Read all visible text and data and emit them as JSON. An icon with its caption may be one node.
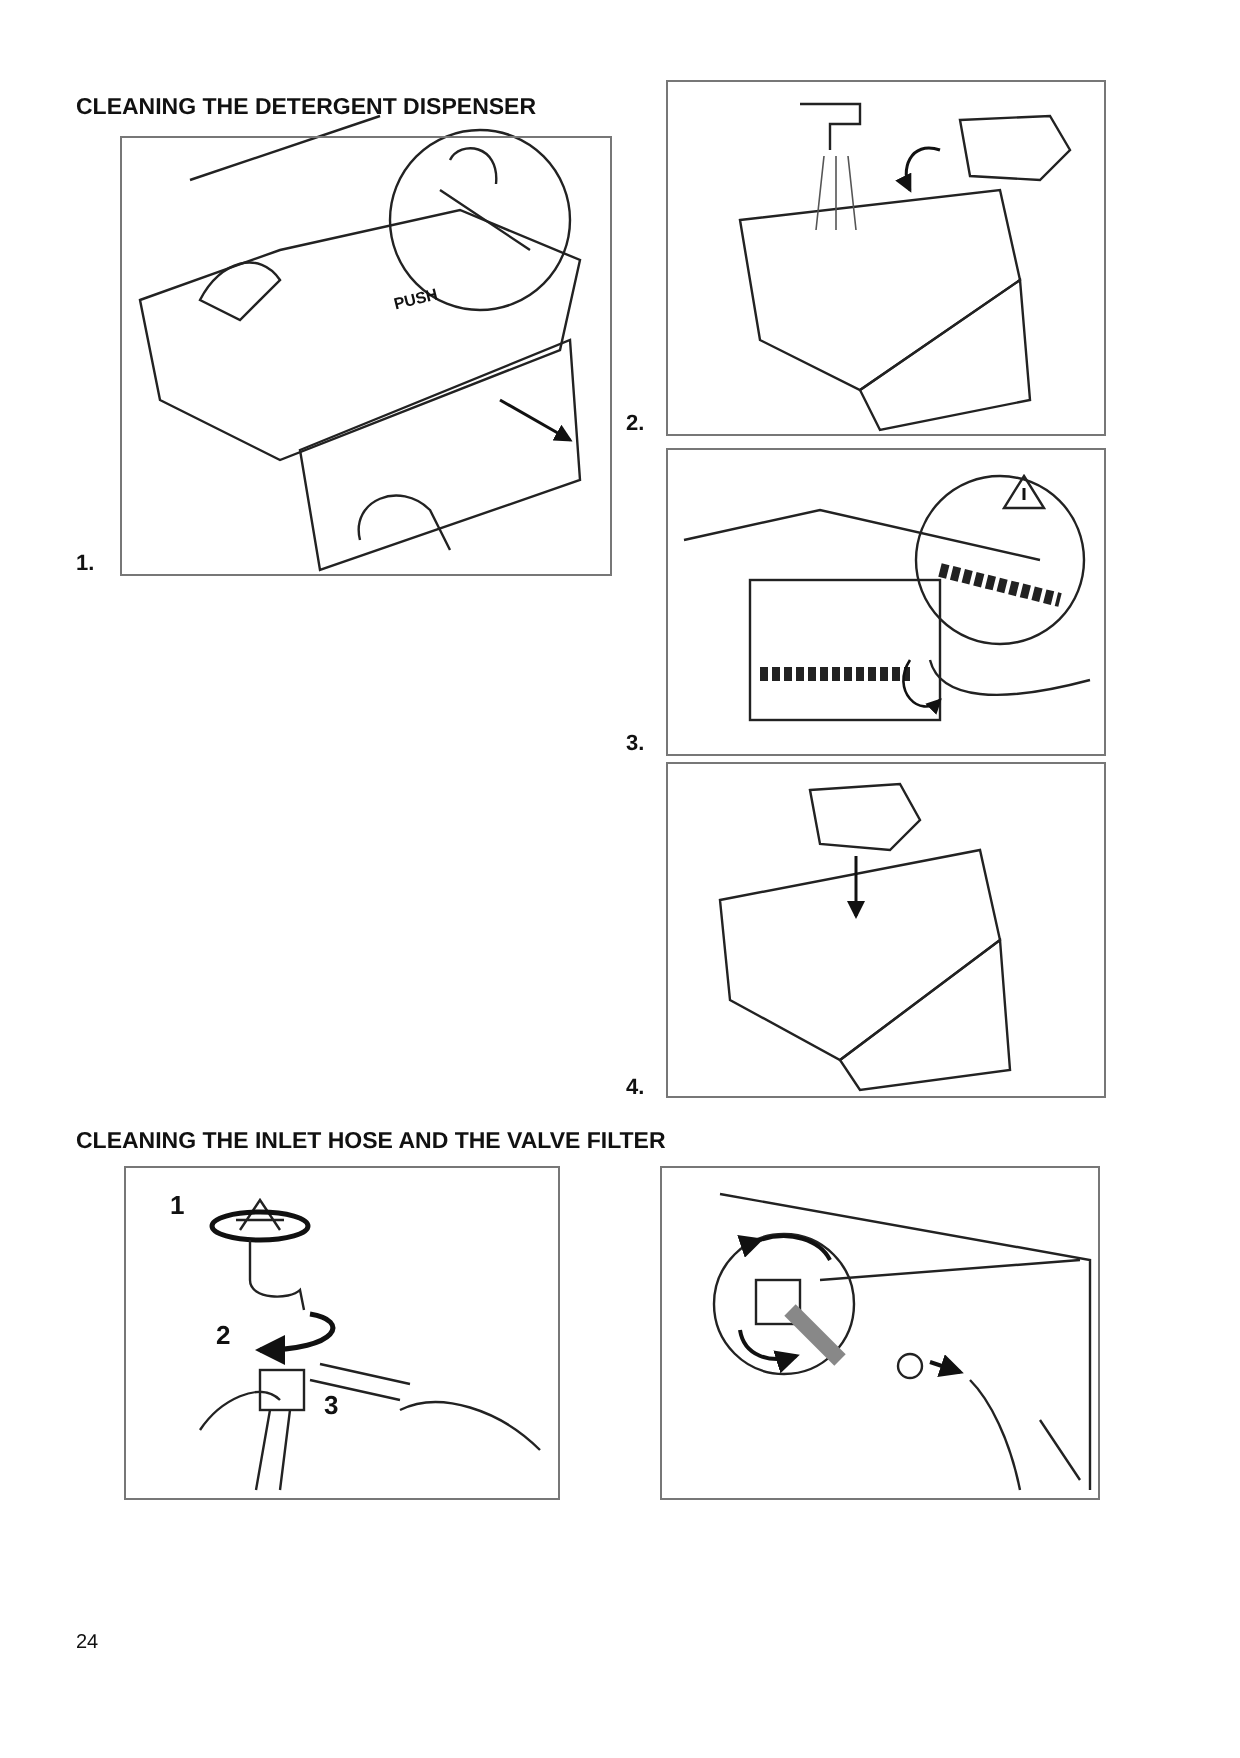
{
  "diagram": {
    "title": "CLEANING THE DETERGENT DISPENSER",
    "labels": [
      "PUSH",
      "2.",
      "1.",
      "3.",
      "4.",
      "CLEANING THE INLET HOSE AND THE VALVE FILTER",
      "1",
      "2",
      "3",
      "24"
    ]
  }
}
